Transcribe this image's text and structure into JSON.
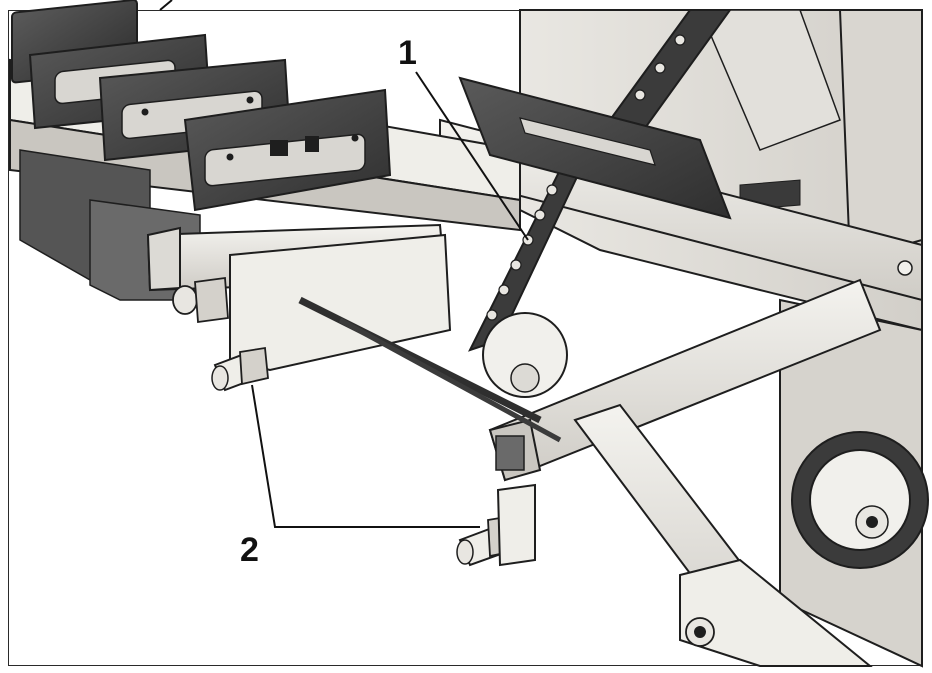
{
  "callouts": [
    {
      "id": "1",
      "label": "1"
    },
    {
      "id": "2",
      "label": "2"
    }
  ],
  "colors": {
    "metal_light": "#e8e6e1",
    "metal_mid": "#cfccc6",
    "metal_dark": "#8e8b86",
    "plate_dark": "#4a4a4a",
    "chain": "#3b3b3b",
    "outline": "#1e1e1e",
    "callout_line": "#111111"
  }
}
